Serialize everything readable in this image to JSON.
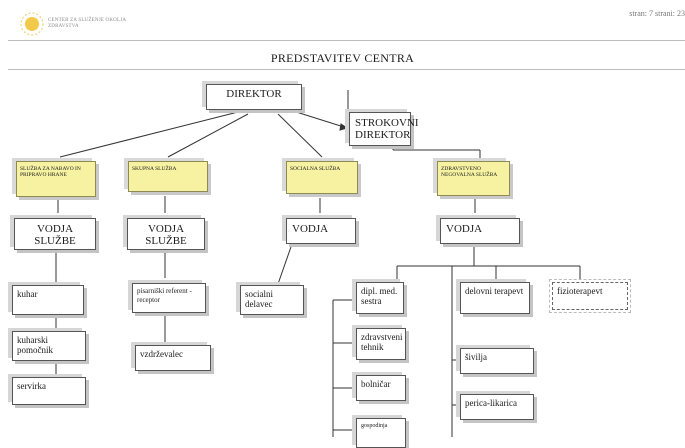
{
  "header": {
    "logo_line1": "CENTER ZA SLUŽENJE OKOLJA",
    "logo_line2": "ZDRAVSTVA",
    "page_info": "stran: 7 strani: 23"
  },
  "title": "PREDSTAVITEV CENTRA",
  "chart": {
    "director": "DIREKTOR",
    "expert_director": "STROKOVNI DIREKTOR",
    "services": [
      "SLUŽBA ZA NABAVO IN PRIPRAVO HRANE",
      "SKUPNA SLUŽBA",
      "SOCIALNA SLUŽBA",
      "ZDRAVSTVENO NEGOVALNA SLUŽBA"
    ],
    "heads": [
      "VODJA SLUŽBE",
      "VODJA SLUŽBE",
      "VODJA",
      "VODJA"
    ],
    "kitchen_staff": [
      "kuhar",
      "kuharski pomočnik",
      "servirka"
    ],
    "common_staff": [
      "pisarniški referent - receptor",
      "vzdrževalec"
    ],
    "social_staff": [
      "socialni delavec"
    ],
    "nursing_staff": [
      "dipl. med. sestra",
      "zdravstveni tehnik",
      "bolničar",
      "gospodinja",
      "delovni terapevt",
      "fizioterapevt",
      "šivilja",
      "perica-likarica"
    ]
  }
}
